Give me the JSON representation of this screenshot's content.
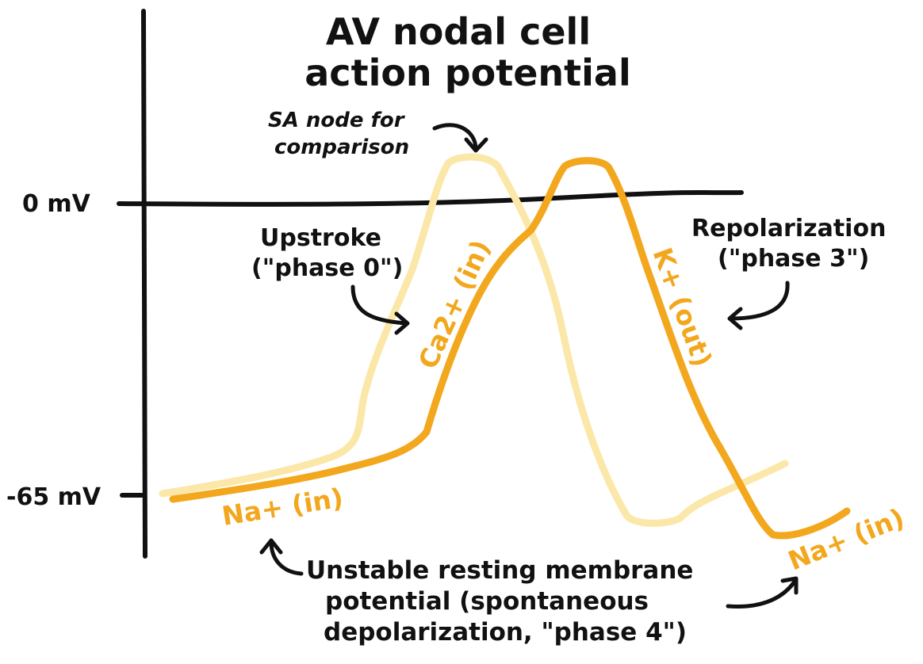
{
  "title": {
    "line1": "AV nodal cell",
    "line2": "action potential"
  },
  "axis": {
    "zero_label": "0 mV",
    "resting_label": "-65 mV"
  },
  "sa_note": {
    "line1": "SA node for",
    "line2": "comparison"
  },
  "upstroke": {
    "line1": "Upstroke",
    "line2": "(\"phase 0\")"
  },
  "repolarization": {
    "line1": "Repolarization",
    "line2": "(\"phase 3\")"
  },
  "ions": {
    "ca_in": "Ca2+ (in)",
    "k_out": "K+ (out)",
    "na_in_left": "Na+ (in)",
    "na_in_right": "Na+ (in)"
  },
  "resting_note": {
    "line1": "Unstable resting membrane",
    "line2": "potential (spontaneous",
    "line3": "depolarization, \"phase 4\")"
  },
  "colors": {
    "av_trace": "#f2a71d",
    "sa_trace": "#fbe7a8",
    "ion_text": "#f2a71d",
    "axis": "#111111"
  }
}
